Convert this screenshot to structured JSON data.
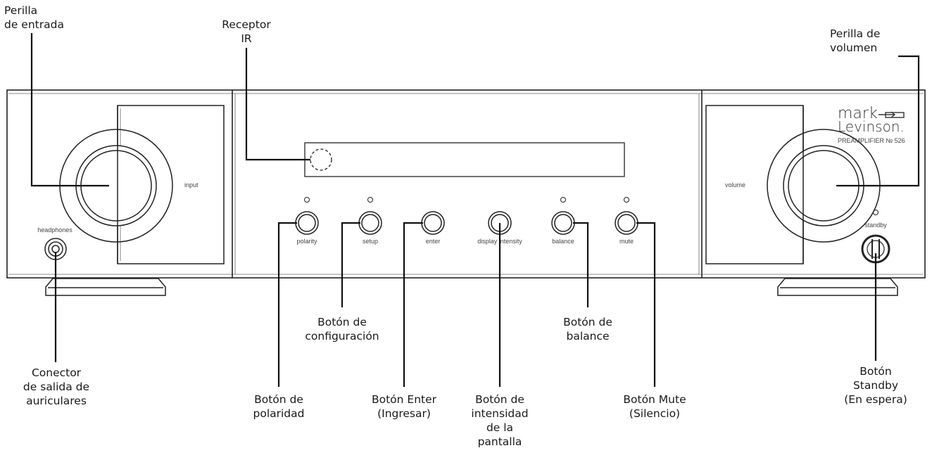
{
  "device": {
    "knob_labels": {
      "input": "input",
      "volume": "volume"
    },
    "jack_label": "headphones",
    "standby_label": "standby",
    "buttons": [
      {
        "id": "polarity",
        "label": "polarity"
      },
      {
        "id": "setup",
        "label": "setup"
      },
      {
        "id": "enter",
        "label": "enter"
      },
      {
        "id": "display-intensity",
        "label": "display intensity"
      },
      {
        "id": "balance",
        "label": "balance"
      },
      {
        "id": "mute",
        "label": "mute"
      }
    ],
    "brand": {
      "line1": "mark",
      "line2": "Levinson.",
      "model": "PREAMPLIFIER № 526"
    }
  },
  "callouts": {
    "input_knob": "Perilla\nde entrada",
    "ir_receiver": "Receptor\nIR",
    "volume_knob": "Perilla de\nvolumen",
    "headphones": "Conector\nde salida de\nauriculares",
    "polarity": "Botón de\npolaridad",
    "setup": "Botón de\nconfiguración",
    "enter": "Botón Enter\n(Ingresar)",
    "display_intensity": "Botón de\nintensidad\nde la\npantalla",
    "balance": "Botón de\nbalance",
    "mute": "Botón Mute\n(Silencio)",
    "standby": "Botón\nStandby\n(En espera)"
  }
}
